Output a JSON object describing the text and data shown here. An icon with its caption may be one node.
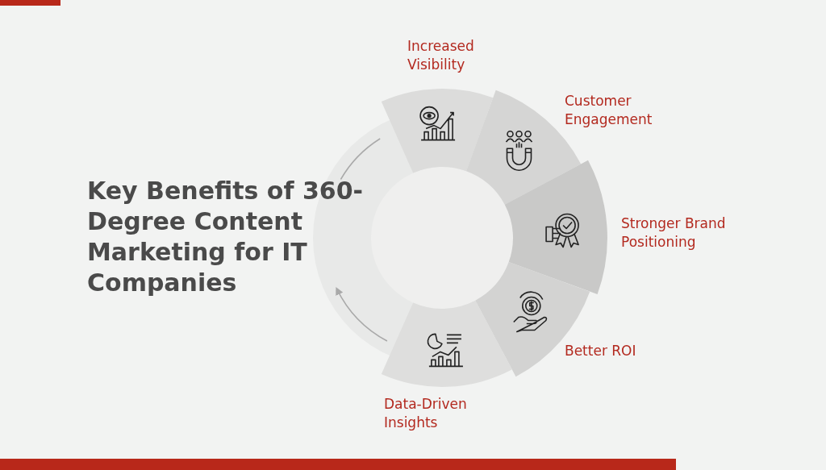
{
  "diagram": {
    "title": "Key Benefits of 360-Degree Content Marketing for IT Companies",
    "nodes": [
      {
        "text": [
          "Increased Visibility"
        ]
      },
      {
        "text": [
          "Customer Engagement"
        ]
      },
      {
        "text": [
          "Stronger Brand Positioning"
        ]
      },
      {
        "text": [
          "Better ROI"
        ]
      },
      {
        "text": [
          "Data-Driven Insights"
        ]
      }
    ]
  }
}
